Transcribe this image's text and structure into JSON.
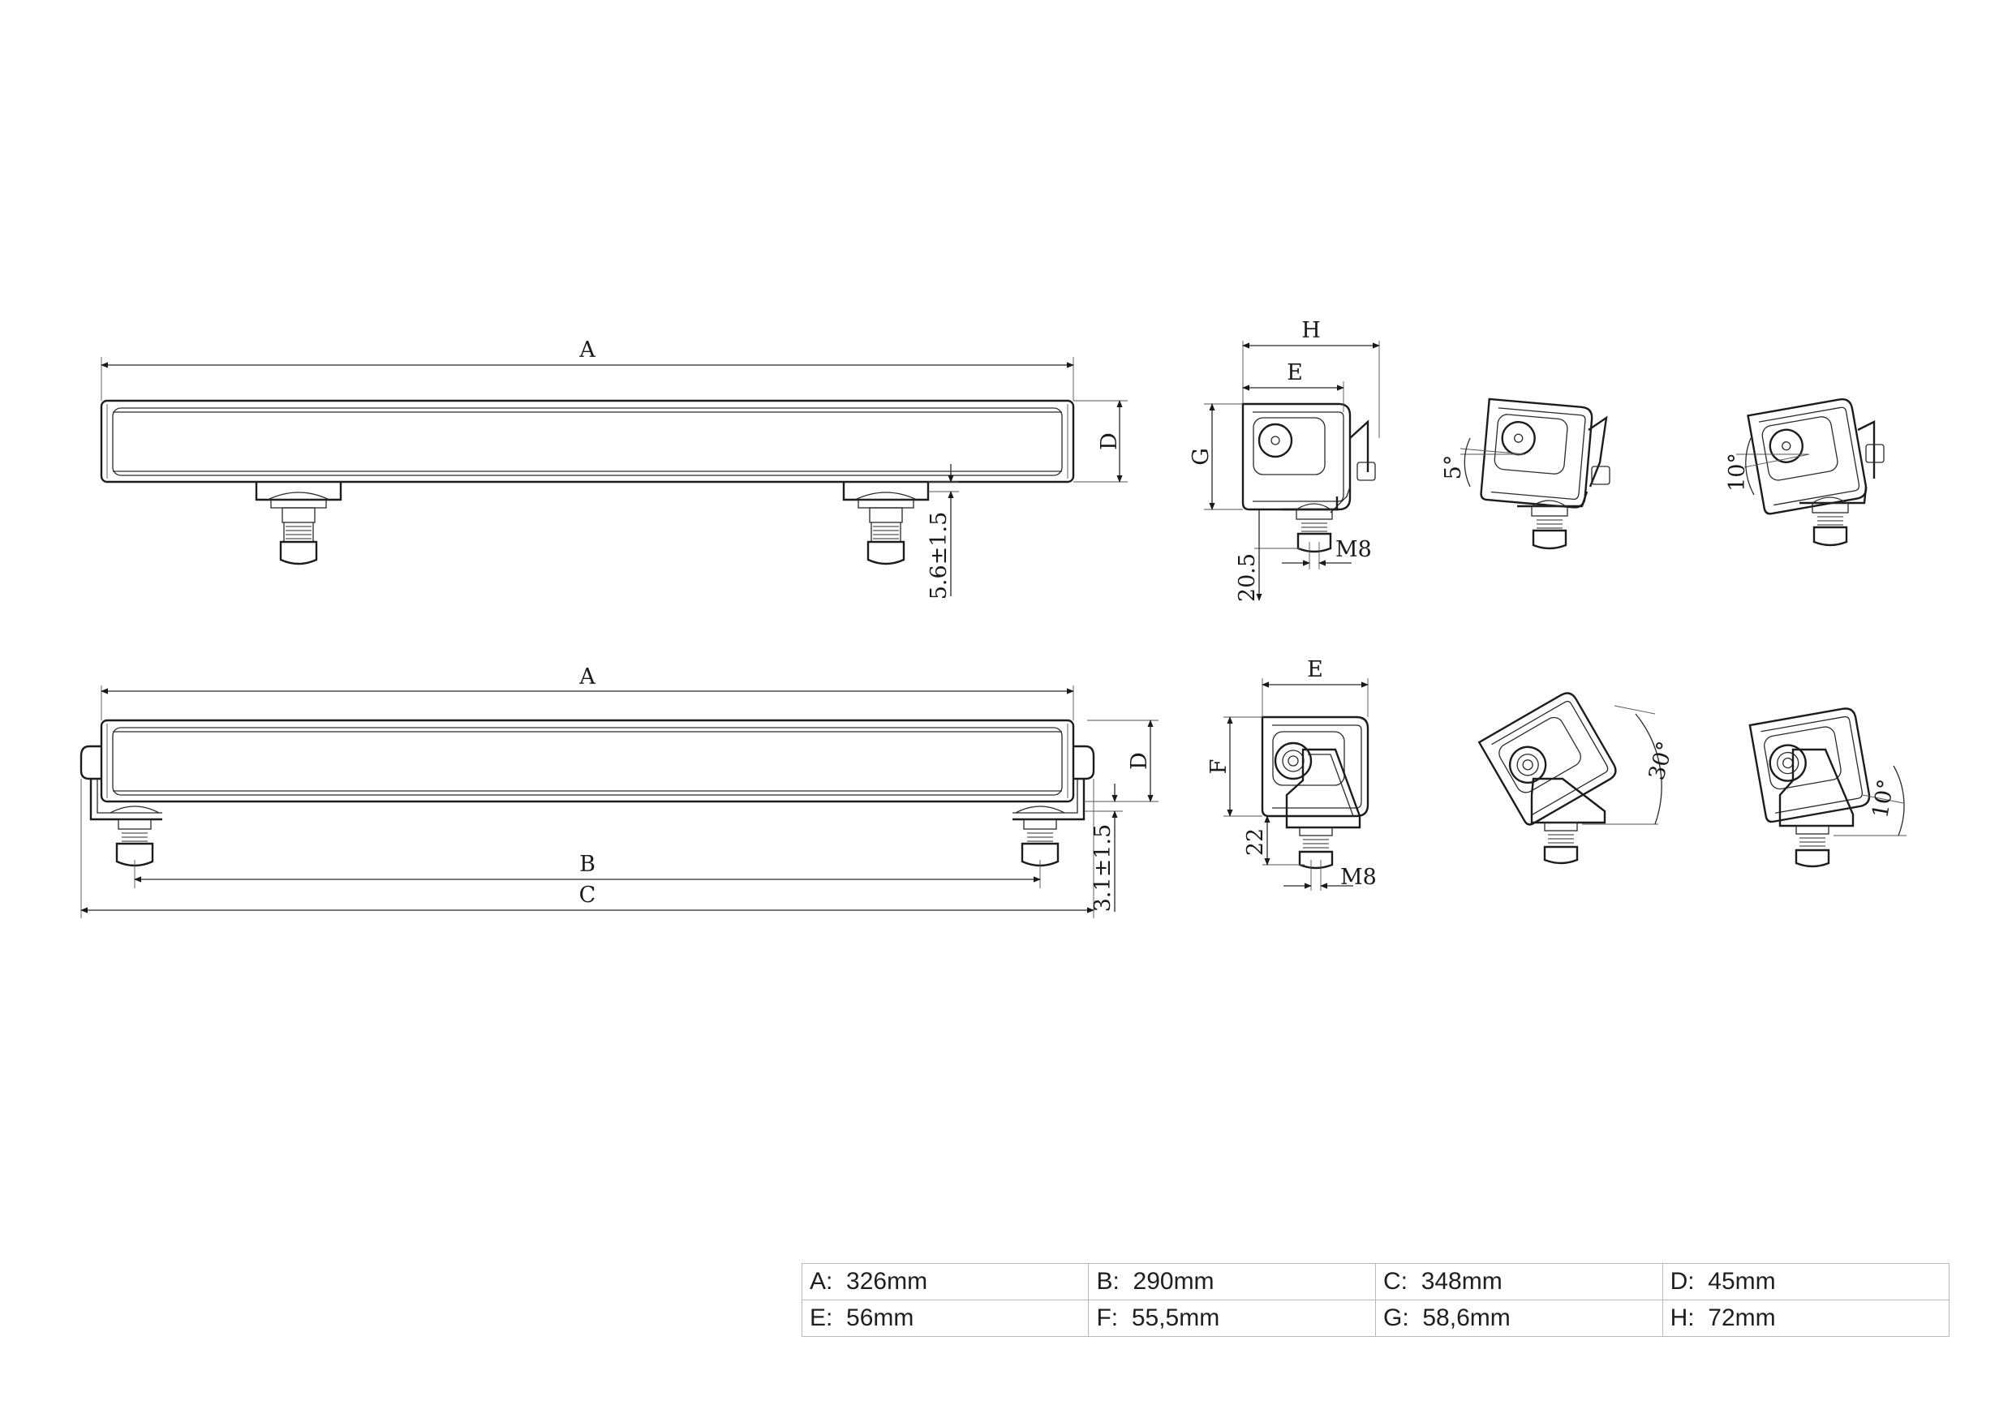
{
  "dimension_labels": {
    "a": "A",
    "b": "B",
    "c": "C",
    "d": "D",
    "e": "E",
    "f": "F",
    "g": "G",
    "h": "H",
    "offset_top": "5.6±1.5",
    "offset_bottom": "3.1±1.5",
    "height_20_5": "20.5",
    "height_22": "22",
    "thread_m8": "M8",
    "angle_5": "5°",
    "angle_10": "10°",
    "angle_30": "30°"
  },
  "spec_table": [
    [
      {
        "key": "A:",
        "value": "326mm"
      },
      {
        "key": "B:",
        "value": "290mm"
      },
      {
        "key": "C:",
        "value": "348mm"
      },
      {
        "key": "D:",
        "value": "45mm"
      }
    ],
    [
      {
        "key": "E:",
        "value": "56mm"
      },
      {
        "key": "F:",
        "value": "55,5mm"
      },
      {
        "key": "G:",
        "value": "58,6mm"
      },
      {
        "key": "H:",
        "value": "72mm"
      }
    ]
  ]
}
